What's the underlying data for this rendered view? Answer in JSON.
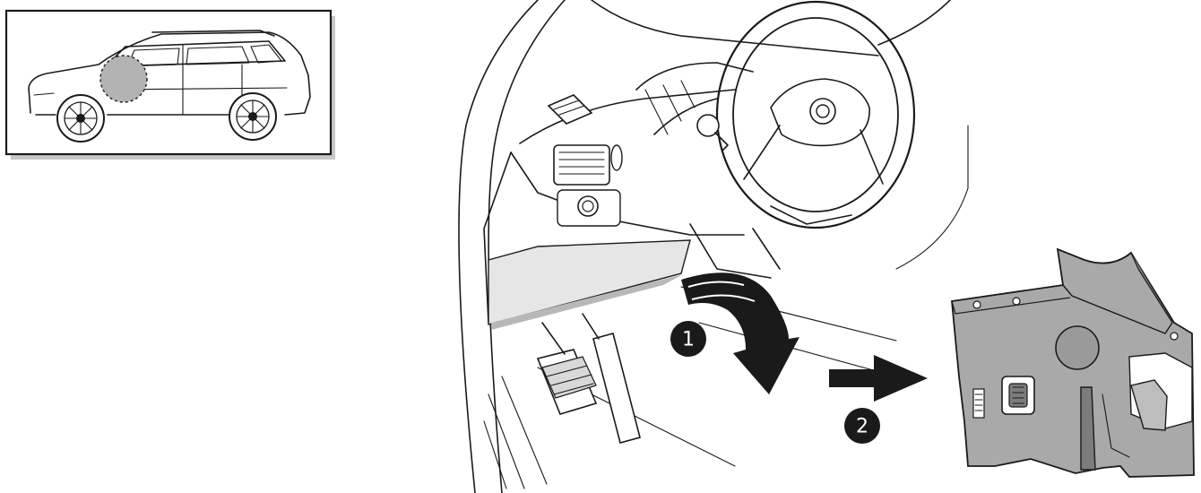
{
  "steps": [
    {
      "number": "1",
      "action": "lower-lower-dash-panel"
    },
    {
      "number": "2",
      "action": "remove-panel"
    }
  ],
  "colors": {
    "ink": "#1a1a1a",
    "badge": "#1a1a1a",
    "panel_fill": "#a9a9a9",
    "panel_dark": "#7c7c7c",
    "highlight": "#b3b3b3",
    "frame_shadow": "#c8c8c8"
  },
  "icons": {
    "locator": "vehicle-side-view-icon",
    "arrow1": "curved-arrow-down-icon",
    "arrow2": "arrow-right-icon"
  }
}
